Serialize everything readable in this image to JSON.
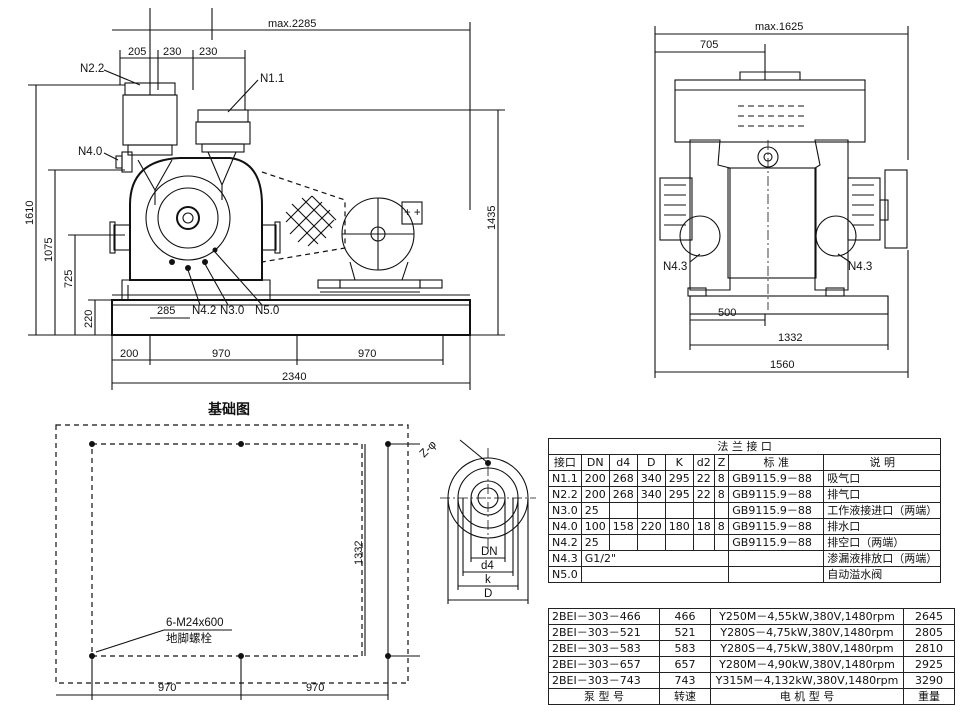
{
  "front_view": {
    "dims_top": [
      "max.2285",
      "205",
      "230",
      "230"
    ],
    "dims_left": [
      "1610",
      "1075",
      "725",
      "220"
    ],
    "dims_right": [
      "1435"
    ],
    "dims_bottom": [
      "285",
      "200",
      "970",
      "970",
      "2340"
    ],
    "labels": [
      "N2.2",
      "N1.1",
      "N4.0",
      "N4.2",
      "N3.0",
      "N5.0"
    ]
  },
  "side_view": {
    "dims": [
      "max.1625",
      "705",
      "500",
      "1332",
      "1560"
    ],
    "labels": [
      "N4.3",
      "N4.3"
    ]
  },
  "foundation": {
    "title": "基础图",
    "dims": [
      "1332",
      "970",
      "970"
    ],
    "bolt_note": [
      "6-M24x600",
      "地脚螺栓"
    ]
  },
  "flange_detail": {
    "labels": [
      "Z-φ",
      "DN",
      "d4",
      "k",
      "D"
    ]
  },
  "flange_table": {
    "title": "法 兰 接 口",
    "headers": [
      "接口",
      "DN",
      "d4",
      "D",
      "K",
      "d2",
      "Z",
      "标 准",
      "说 明"
    ],
    "rows": [
      [
        "N1.1",
        "200",
        "268",
        "340",
        "295",
        "22",
        "8",
        "GB9115.9－88",
        "吸气口"
      ],
      [
        "N2.2",
        "200",
        "268",
        "340",
        "295",
        "22",
        "8",
        "GB9115.9－88",
        "排气口"
      ],
      [
        "N3.0",
        "25",
        "",
        "",
        "",
        "",
        "",
        "GB9115.9－88",
        "工作液接进口（两端）"
      ],
      [
        "N4.0",
        "100",
        "158",
        "220",
        "180",
        "18",
        "8",
        "GB9115.9－88",
        "排水口"
      ],
      [
        "N4.2",
        "25",
        "",
        "",
        "",
        "",
        "",
        "GB9115.9－88",
        "排空口（两端）"
      ],
      [
        "N4.3",
        "G1/2\"",
        "",
        "",
        "",
        "",
        "",
        "",
        "渗漏液排放口（两端）"
      ],
      [
        "N5.0",
        "",
        "",
        "",
        "",
        "",
        "",
        "",
        "自动溢水阀"
      ]
    ]
  },
  "model_table": {
    "rows": [
      [
        "2BEⅠ－303－466",
        "466",
        "Y250M－4,55kW,380V,1480rpm",
        "2645"
      ],
      [
        "2BEⅠ－303－521",
        "521",
        "Y280S－4,75kW,380V,1480rpm",
        "2805"
      ],
      [
        "2BEⅠ－303－583",
        "583",
        "Y280S－4,75kW,380V,1480rpm",
        "2810"
      ],
      [
        "2BEⅠ－303－657",
        "657",
        "Y280M－4,90kW,380V,1480rpm",
        "2925"
      ],
      [
        "2BEⅠ－303－743",
        "743",
        "Y315M－4,132kW,380V,1480rpm",
        "3290"
      ]
    ],
    "footer": [
      "泵 型 号",
      "转速",
      "电 机 型 号",
      "重量"
    ]
  }
}
